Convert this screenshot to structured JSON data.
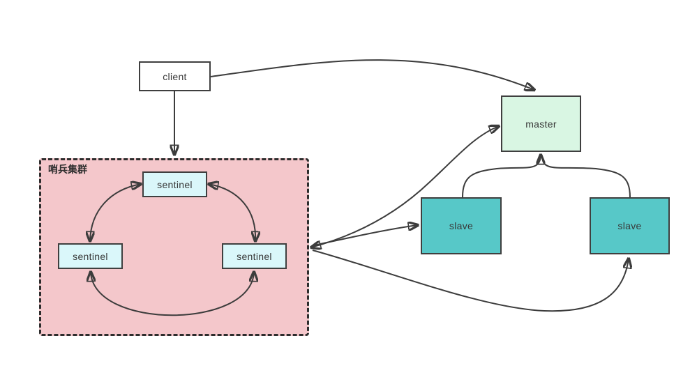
{
  "nodes": {
    "client": {
      "label": "client",
      "fill": "#ffffff"
    },
    "master": {
      "label": "master",
      "fill": "#d9f6e3"
    },
    "slave_left": {
      "label": "slave",
      "fill": "#57c8c8"
    },
    "slave_right": {
      "label": "slave",
      "fill": "#57c8c8"
    },
    "sentinel_top": {
      "label": "sentinel",
      "fill": "#daf7fa"
    },
    "sentinel_left": {
      "label": "sentinel",
      "fill": "#daf7fa"
    },
    "sentinel_right": {
      "label": "sentinel",
      "fill": "#daf7fa"
    }
  },
  "cluster": {
    "label": "哨兵集群",
    "fill": "#f4c7cb",
    "border_style": "dashed"
  },
  "edges": [
    {
      "from": "client",
      "to": "master",
      "shape": "curved",
      "heads": [
        "end"
      ]
    },
    {
      "from": "client",
      "to": "sentinel_cluster",
      "shape": "straight",
      "heads": [
        "end"
      ]
    },
    {
      "from": "sentinel_top",
      "to": "sentinel_left",
      "shape": "arc",
      "heads": [
        "start",
        "end"
      ]
    },
    {
      "from": "sentinel_top",
      "to": "sentinel_right",
      "shape": "arc",
      "heads": [
        "start",
        "end"
      ]
    },
    {
      "from": "sentinel_left",
      "to": "sentinel_right",
      "shape": "arc",
      "heads": [
        "start",
        "end"
      ]
    },
    {
      "from": "slave_left",
      "to": "master",
      "shape": "curved",
      "heads": [
        "end"
      ]
    },
    {
      "from": "slave_right",
      "to": "master",
      "shape": "curved",
      "heads": [
        "end"
      ]
    },
    {
      "from": "sentinel_cluster",
      "to": "master",
      "shape": "curved",
      "heads": [
        "start",
        "end"
      ]
    },
    {
      "from": "sentinel_cluster",
      "to": "slave_left",
      "shape": "curved",
      "heads": [
        "end"
      ]
    },
    {
      "from": "sentinel_cluster",
      "to": "slave_right",
      "shape": "curved",
      "heads": [
        "end"
      ]
    }
  ],
  "colors": {
    "canvas": "#ffffff",
    "line": "#3c3c3c",
    "node_border": "#3f3f3f",
    "cluster_border": "#2d2d2d",
    "text": "#383838"
  }
}
